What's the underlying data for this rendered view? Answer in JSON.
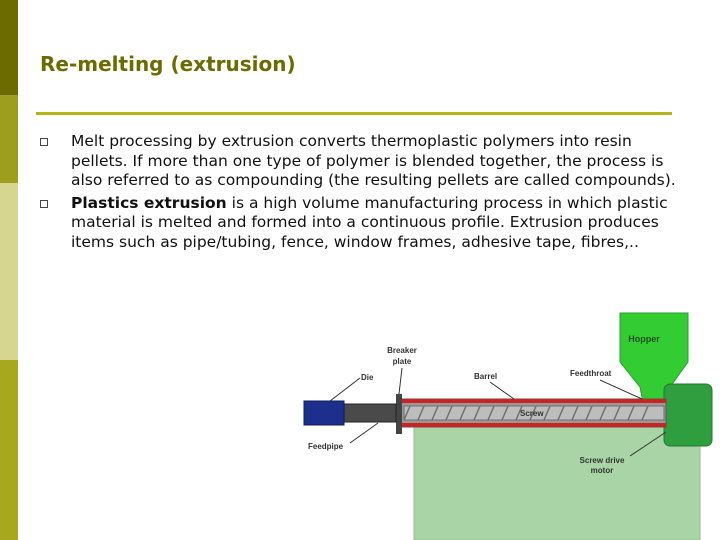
{
  "slide": {
    "title": "Re-melting (extrusion)",
    "bullets": [
      {
        "lead": "",
        "text": "Melt processing by extrusion converts thermoplastic polymers into resin pellets. If more than one type of polymer is blended together, the process is also referred to as compounding (the resulting pellets are called compounds)."
      },
      {
        "lead": "Plastics extrusion",
        "text": " is a high volume manufacturing process in which plastic material is melted and formed into a continuous profile. Extrusion produces items such as pipe/tubing,  fence, window frames, adhesive tape, fibres,.."
      }
    ]
  },
  "diagram": {
    "labels": {
      "hopper": "Hopper",
      "breaker": "Breaker",
      "plate": "plate",
      "die": "Die",
      "barrel": "Barrel",
      "feedthroat": "Feedthroat",
      "screw": "Screw",
      "feedpipe": "Feedpipe",
      "screw_drive": "Screw drive",
      "motor": "motor"
    }
  },
  "colors": {
    "sidebar_dark": "#6b6b00",
    "title": "#6b6b00",
    "rule": "#b5b51a",
    "hopper": "#33cc33",
    "motor": "#2e9e3e",
    "base": "#a9d5a6",
    "barrel_heater": "#cc2222",
    "die": "#1c2f8c"
  }
}
